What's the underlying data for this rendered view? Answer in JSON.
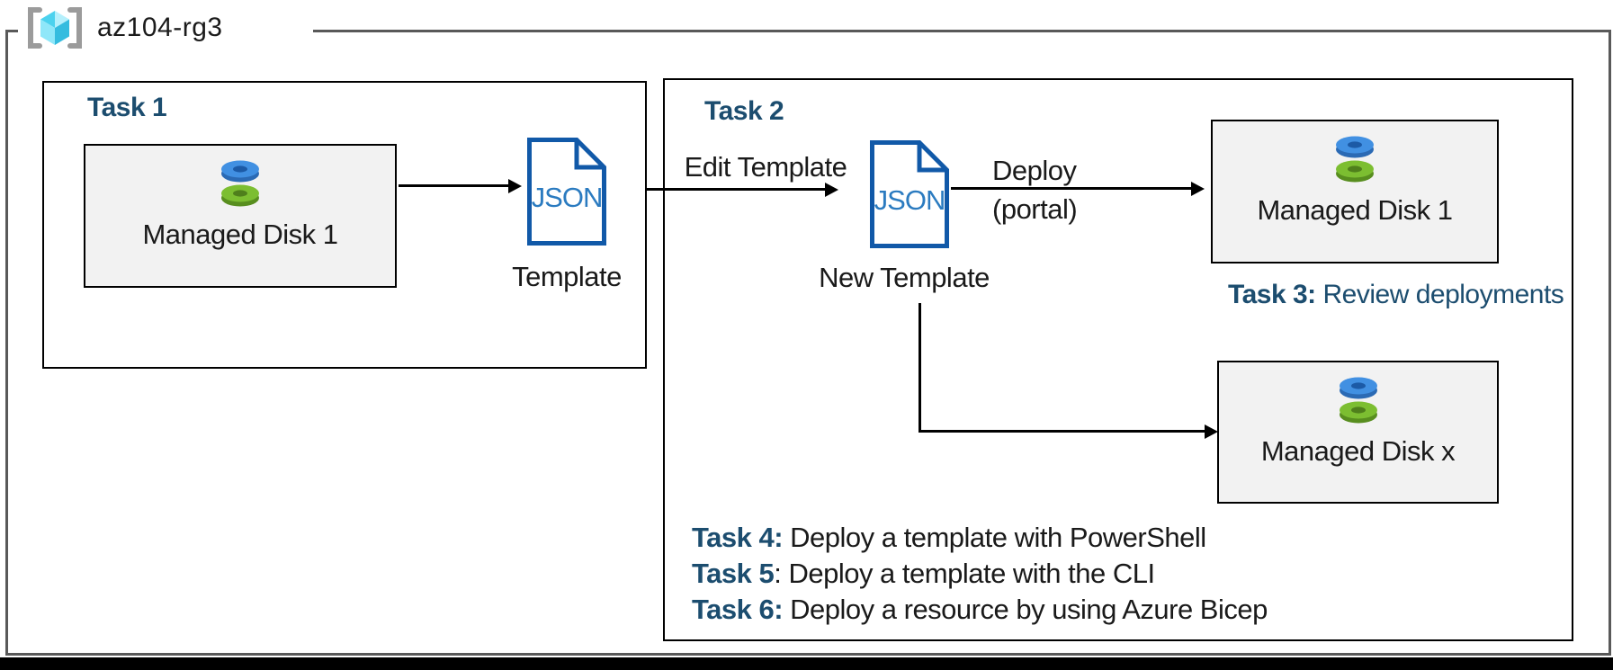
{
  "diagram": {
    "resource_group": {
      "name": "az104-rg3"
    },
    "task1": {
      "title": "Task 1",
      "managed_disk_label": "Managed Disk 1",
      "template_label": "Template"
    },
    "task2": {
      "title": "Task 2",
      "edit_template_label": "Edit Template",
      "new_template_label": "New Template",
      "deploy_label_line1": "Deploy",
      "deploy_label_line2": "(portal)",
      "managed_disk_1_label": "Managed Disk 1",
      "managed_disk_x_label": "Managed Disk x",
      "task3_prefix": "Task 3:",
      "task3_text": " Review deployments"
    },
    "json_doc_text": "JSON",
    "task_notes": [
      {
        "prefix": "Task 4:",
        "text": " Deploy a template with PowerShell"
      },
      {
        "prefix": "Task 5",
        "text": ": Deploy a template with the CLI"
      },
      {
        "prefix": "Task 6:",
        "text": " Deploy a resource by using Azure Bicep"
      }
    ],
    "colors": {
      "task_heading": "#1C4D6F",
      "json_outline": "#1159A8",
      "json_text": "#2B7BC0",
      "disk_blue": "#4190E2",
      "disk_green": "#7CBE31",
      "frame_border": "#595959",
      "box_fill": "#F2F2F2",
      "arrow": "#000000",
      "bottom_bar": "#000000"
    }
  }
}
